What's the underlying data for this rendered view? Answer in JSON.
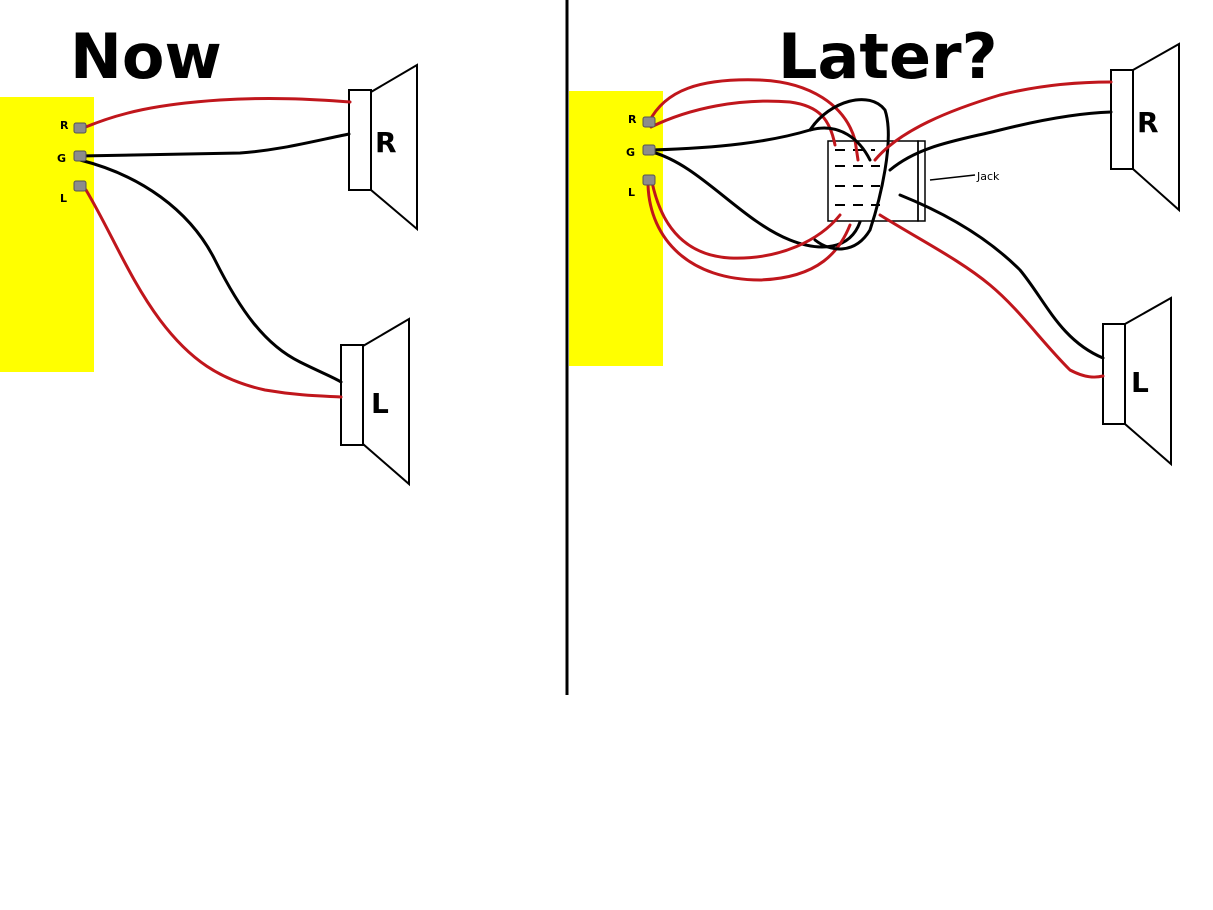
{
  "left_panel": {
    "title": "Now",
    "terminals": {
      "r": "R",
      "g": "G",
      "l": "L"
    },
    "speaker_right": "R",
    "speaker_left": "L"
  },
  "right_panel": {
    "title": "Later?",
    "terminals": {
      "r": "R",
      "g": "G",
      "l": "L"
    },
    "jack_label": "Jack",
    "speaker_right": "R",
    "speaker_left": "L"
  },
  "colors": {
    "amplifier": "#ffff00",
    "positive_wire": "#c0161c",
    "ground_wire": "#000000",
    "terminal": "#8c8c8c"
  }
}
